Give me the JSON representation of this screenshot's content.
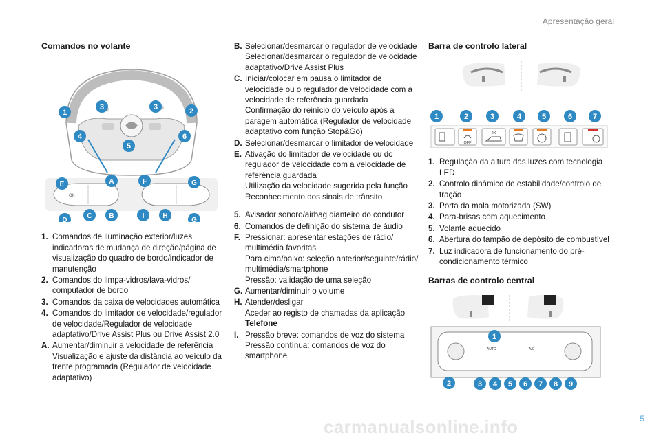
{
  "header": {
    "title": "Apresentação geral",
    "page": "5"
  },
  "footer": {
    "watermark": "carmanualsonline.info"
  },
  "col1": {
    "title": "Comandos no volante",
    "diagram": {
      "numbers": [
        "1",
        "2",
        "3",
        "3",
        "4",
        "6",
        "5"
      ],
      "letters": [
        "E",
        "A",
        "F",
        "G",
        "D",
        "C",
        "B",
        "I",
        "H",
        "G"
      ],
      "ok_label": "OK"
    },
    "items": [
      {
        "key": "1.",
        "lines": [
          "Comandos de iluminação exterior/luzes indicadoras de mudança de direção/página de visualização do quadro de bordo/indicador de manutenção"
        ]
      },
      {
        "key": "2.",
        "lines": [
          "Comandos do limpa-vidros/lava-vidros/ computador de bordo"
        ]
      },
      {
        "key": "3.",
        "lines": [
          "Comandos da caixa de velocidades automática"
        ]
      },
      {
        "key": "4.",
        "lines": [
          "Comandos do limitador de velocidade/regulador de velocidade/Regulador de velocidade adaptativo/Drive Assist Plus ou Drive Assist 2.0"
        ]
      },
      {
        "key": "A.",
        "lines": [
          "Aumentar/diminuir a velocidade de referência",
          "Visualização e ajuste da distância ao veículo da frente programada (Regulador de velocidade adaptativo)"
        ]
      }
    ]
  },
  "col2": {
    "items_a": [
      {
        "key": "B.",
        "lines": [
          "Selecionar/desmarcar o regulador de velocidade",
          "Selecionar/desmarcar o regulador de velocidade adaptativo/Drive Assist Plus"
        ]
      },
      {
        "key": "C.",
        "lines": [
          "Iniciar/colocar em pausa o limitador de velocidade ou o regulador de velocidade com a velocidade de referência guardada",
          "Confirmação do reinício do veículo após a paragem automática (Regulador de velocidade adaptativo com função Stop&Go)"
        ]
      },
      {
        "key": "D.",
        "lines": [
          "Selecionar/desmarcar o limitador de velocidade"
        ]
      },
      {
        "key": "E.",
        "lines": [
          "Ativação do limitador de velocidade ou do regulador de velocidade com a velocidade de referência guardada",
          "Utilização da velocidade sugerida pela função Reconhecimento dos sinais de trânsito"
        ]
      }
    ],
    "items_b": [
      {
        "key": "5.",
        "lines": [
          "Avisador sonoro/airbag dianteiro do condutor"
        ]
      },
      {
        "key": "6.",
        "lines": [
          "Comandos de definição do sistema de áudio"
        ]
      },
      {
        "key": "F.",
        "lines": [
          "Pressionar: apresentar estações de rádio/ multimédia favoritas",
          "Para cima/baixo: seleção anterior/seguinte/rádio/ multimédia/smartphone",
          "Pressão: validação de uma seleção"
        ]
      },
      {
        "key": "G.",
        "lines": [
          "Aumentar/diminuir o volume"
        ]
      },
      {
        "key": "H.",
        "lines": [
          "Atender/desligar",
          "Aceder ao registo de chamadas da aplicação"
        ],
        "bold_line": "Telefone"
      },
      {
        "key": "I.",
        "lines": [
          "Pressão breve: comandos de voz do sistema",
          "Pressão contínua: comandos de voz do smartphone"
        ]
      }
    ]
  },
  "col3": {
    "title_side": "Barra de controlo lateral",
    "side_numbers": [
      "1",
      "2",
      "3",
      "4",
      "5",
      "6",
      "7"
    ],
    "side_labels": {
      "off": "OFF",
      "twox": "2X"
    },
    "items": [
      {
        "key": "1.",
        "lines": [
          "Regulação da altura das luzes com tecnologia LED"
        ]
      },
      {
        "key": "2.",
        "lines": [
          "Controlo dinâmico de estabilidade/controlo de tração"
        ]
      },
      {
        "key": "3.",
        "lines": [
          "Porta da mala motorizada (SW)"
        ]
      },
      {
        "key": "4.",
        "lines": [
          "Para-brisas com aquecimento"
        ]
      },
      {
        "key": "5.",
        "lines": [
          "Volante aquecido"
        ]
      },
      {
        "key": "6.",
        "lines": [
          "Abertura do tampão de depósito de combustível"
        ]
      },
      {
        "key": "7.",
        "lines": [
          "Luz indicadora de funcionamento do pré-condicionamento térmico"
        ]
      }
    ],
    "title_central": "Barras de controlo central",
    "central_numbers": [
      "1",
      "2",
      "3",
      "4",
      "5",
      "6",
      "7",
      "8",
      "9"
    ],
    "central_labels": {
      "auto": "AUTO",
      "ac": "A/C"
    }
  },
  "colors": {
    "accent": "#2f8ac4",
    "header": "#8a8a8a",
    "orange": "#e87a1e"
  }
}
